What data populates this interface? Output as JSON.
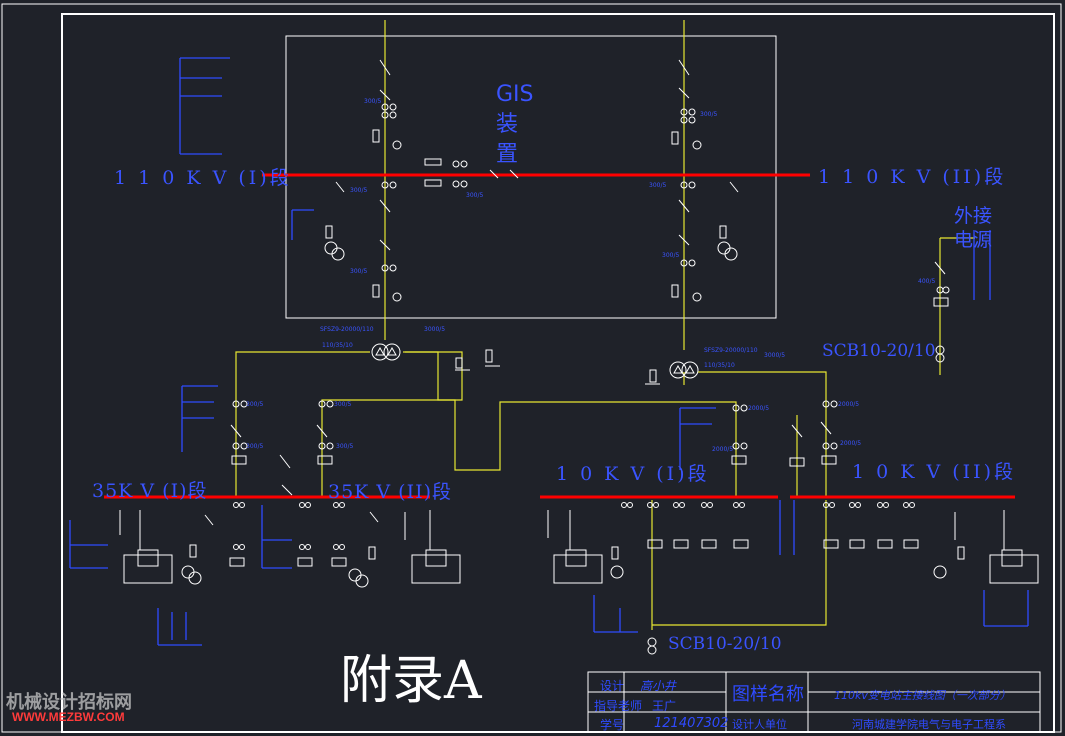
{
  "diagram": {
    "gis_label": "GIS\n装\n置",
    "bus_110_1": "1 1 0 K V (I)段",
    "bus_110_2": "1 1 0 K V (II)段",
    "bus_35_1": "35K V (I)段",
    "bus_35_2": "35K V (II)段",
    "bus_10_1": "1 0 K V (I)段",
    "bus_10_2": "1 0 K V (II)段",
    "ext_power": "外接\n电源",
    "scb_right": "SCB10-20/10",
    "scb_bottom": "SCB10-20/10",
    "appendix": "附录A",
    "tr1_model": "SFSZ9-20000/110",
    "tr1_ratio": "110/35/10",
    "tr2_model": "SFSZ9-20000/110",
    "tr2_ratio": "110/35/10",
    "ct_300": "300/5",
    "ct_2000": "2000/5",
    "ct_3000": "3000/5",
    "ct_400": "400/5",
    "colors": {
      "background": "#1f2229",
      "bus": "#ff0000",
      "feeder": "#e6e633",
      "symbols": "#ffffff",
      "labels": "#3a54ff"
    }
  },
  "title_block": {
    "design_label": "设计",
    "designer": "高小井",
    "advisor_label": "指导老师",
    "advisor": "王广",
    "student_no_label": "学号",
    "student_no": "121407302",
    "drawing_name_label": "图样名称",
    "drawing_name": "110kv变电站主接线图（一次部分）",
    "unit_label": "设计人单位",
    "unit": "河南城建学院电气与电子工程系"
  },
  "watermark": {
    "cn": "机械设计招标网",
    "url": "WWW.MEZBW.COM"
  }
}
